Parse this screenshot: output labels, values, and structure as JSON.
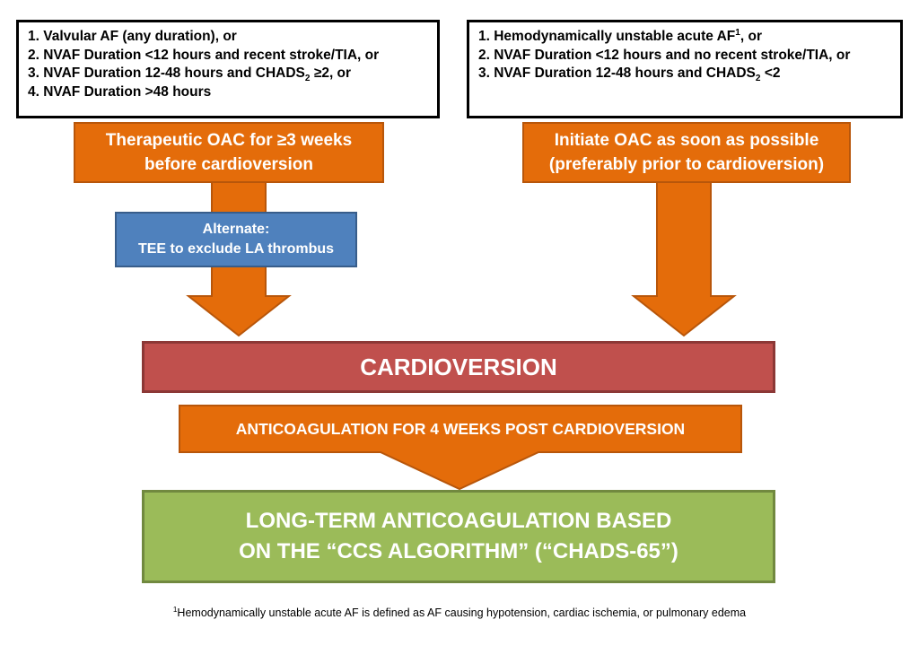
{
  "left_criteria": {
    "line1": "1. Valvular AF (any duration), or",
    "line2": "2. NVAF Duration <12 hours and recent stroke/TIA, or",
    "line3_pre": "3. NVAF Duration 12-48 hours and CHADS",
    "line3_sub": "2",
    "line3_post": " ≥2, or",
    "line4": "4. NVAF Duration >48 hours"
  },
  "right_criteria": {
    "line1_pre": "1. Hemodynamically unstable acute AF",
    "line1_sup": "1",
    "line1_post": ", or",
    "line2": "2. NVAF Duration <12 hours and no recent stroke/TIA, or",
    "line3_pre": "3. NVAF Duration 12-48 hours and CHADS",
    "line3_sub": "2",
    "line3_post": " <2"
  },
  "left_action": {
    "line1": "Therapeutic OAC for ≥3 weeks",
    "line2": "before cardioversion"
  },
  "right_action": {
    "line1": "Initiate OAC as soon as possible",
    "line2": "(preferably prior to cardioversion)"
  },
  "alternate": {
    "line1": "Alternate:",
    "line2": "TEE to exclude LA thrombus"
  },
  "cardioversion": "CARDIOVERSION",
  "post_anticoag": "ANTICOAGULATION FOR 4 WEEKS POST CARDIOVERSION",
  "long_term": {
    "line1": "LONG-TERM ANTICOAGULATION BASED",
    "line2": "ON THE “CCS ALGORITHM” (“CHADS-65”)"
  },
  "footnote": {
    "sup": "1",
    "text": "Hemodynamically unstable acute AF is defined as AF causing hypotension, cardiac ischemia, or pulmonary edema"
  },
  "colors": {
    "orange": "#e46c0a",
    "blue": "#4f81bd",
    "red": "#c0504d",
    "green": "#9bbb59"
  }
}
